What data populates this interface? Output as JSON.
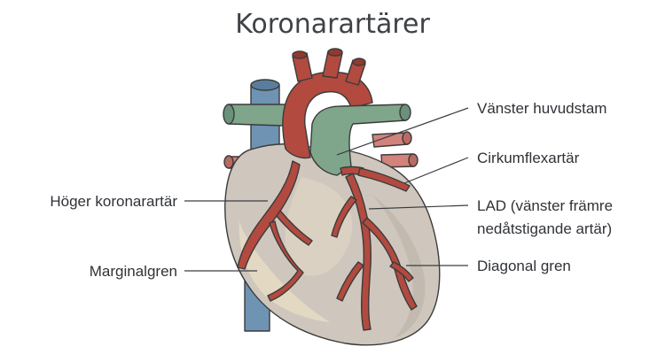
{
  "title": "Koronarartärer",
  "labels": {
    "left_main": "Vänster huvudstam",
    "circumflex": "Cirkumflexartär",
    "lad_line1": "LAD (vänster främre",
    "lad_line2": "nedåtstigande artär)",
    "diagonal": "Diagonal gren",
    "right_coronary": "Höger koronarartär",
    "marginal": "Marginalgren"
  },
  "colors": {
    "artery": "#b24a3f",
    "vein": "#6f93b3",
    "pulmonary": "#7fa58a",
    "heart": "#cfc7bd",
    "heart_shade": "#bfb7ad",
    "highlight": "#e3d9c4"
  }
}
